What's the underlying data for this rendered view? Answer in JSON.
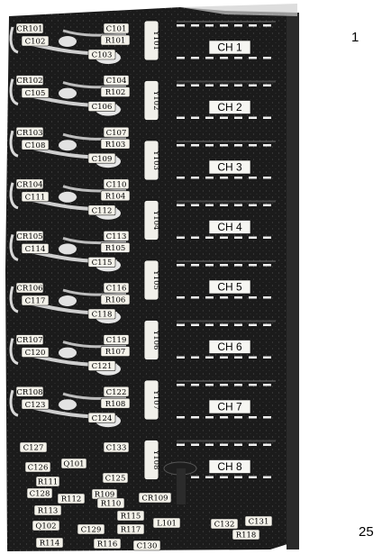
{
  "pin_first": "1",
  "pin_last": "25",
  "channels": [
    {
      "label": "CH 1",
      "relay": "Y101"
    },
    {
      "label": "CH 2",
      "relay": "Y102"
    },
    {
      "label": "CH 3",
      "relay": "Y103"
    },
    {
      "label": "CH 4",
      "relay": "Y104"
    },
    {
      "label": "CH 5",
      "relay": "Y105"
    },
    {
      "label": "CH 6",
      "relay": "Y106"
    },
    {
      "label": "CH 7",
      "relay": "Y107"
    },
    {
      "label": "CH 8",
      "relay": "Y108"
    }
  ],
  "channel_groups": [
    {
      "cr": "CR101",
      "c_a": "C101",
      "c_left": "C102",
      "r": "R101",
      "c_mid": "C103"
    },
    {
      "cr": "CR102",
      "c_a": "C104",
      "c_left": "C105",
      "r": "R102",
      "c_mid": "C106"
    },
    {
      "cr": "CR103",
      "c_a": "C107",
      "c_left": "C108",
      "r": "R103",
      "c_mid": "C109"
    },
    {
      "cr": "CR104",
      "c_a": "C110",
      "c_left": "C111",
      "r": "R104",
      "c_mid": "C112"
    },
    {
      "cr": "CR105",
      "c_a": "C113",
      "c_left": "C114",
      "r": "R105",
      "c_mid": "C115"
    },
    {
      "cr": "CR106",
      "c_a": "C116",
      "c_left": "C117",
      "r": "R106",
      "c_mid": "C118"
    },
    {
      "cr": "CR107",
      "c_a": "C119",
      "c_left": "C120",
      "r": "R107",
      "c_mid": "C121"
    },
    {
      "cr": "CR108",
      "c_a": "C122",
      "c_left": "C123",
      "r": "R108",
      "c_mid": "C124"
    }
  ],
  "bottom_labels": {
    "c127": "C127",
    "c133": "C133",
    "c126": "C126",
    "q101": "Q101",
    "c125": "C125",
    "r111": "R111",
    "c128": "C128",
    "r112": "R112",
    "r109": "R109",
    "r110": "R110",
    "cr109": "CR109",
    "r113": "R113",
    "r115": "R115",
    "q102": "Q102",
    "c129": "C129",
    "r117": "R117",
    "l101": "L101",
    "c132": "C132",
    "c131": "C131",
    "r118": "R118",
    "r114": "R114",
    "r116": "R116",
    "c130": "C130"
  }
}
